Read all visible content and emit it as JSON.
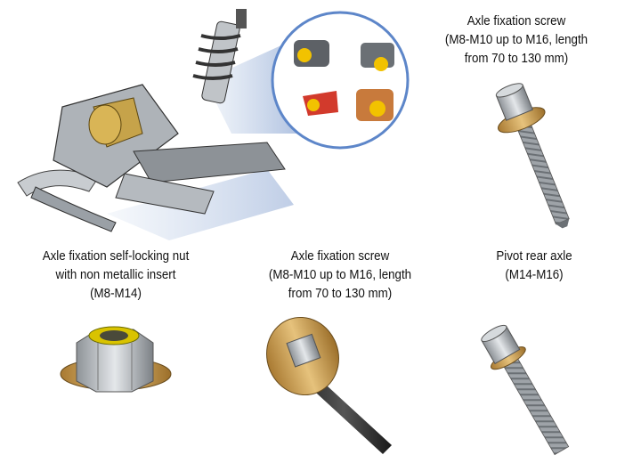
{
  "captions": {
    "top_screw": [
      "Axle fixation screw",
      "(M8-M10 up to M16, length",
      "from 70 to 130 mm)"
    ],
    "nut": [
      "Axle fixation self-locking nut",
      "with non metallic insert",
      "(M8-M14)"
    ],
    "bottom_screw": [
      "Axle fixation screw",
      "(M8-M10 up to M16, length",
      "from 70 to 130 mm)"
    ],
    "pivot": [
      "Pivot rear axle",
      "(M14-M16)"
    ]
  },
  "colors": {
    "washer": "#c9a060",
    "zinc": "#b7bcc0",
    "highlight": "#f2c200",
    "callout": "#7fa0d0"
  }
}
